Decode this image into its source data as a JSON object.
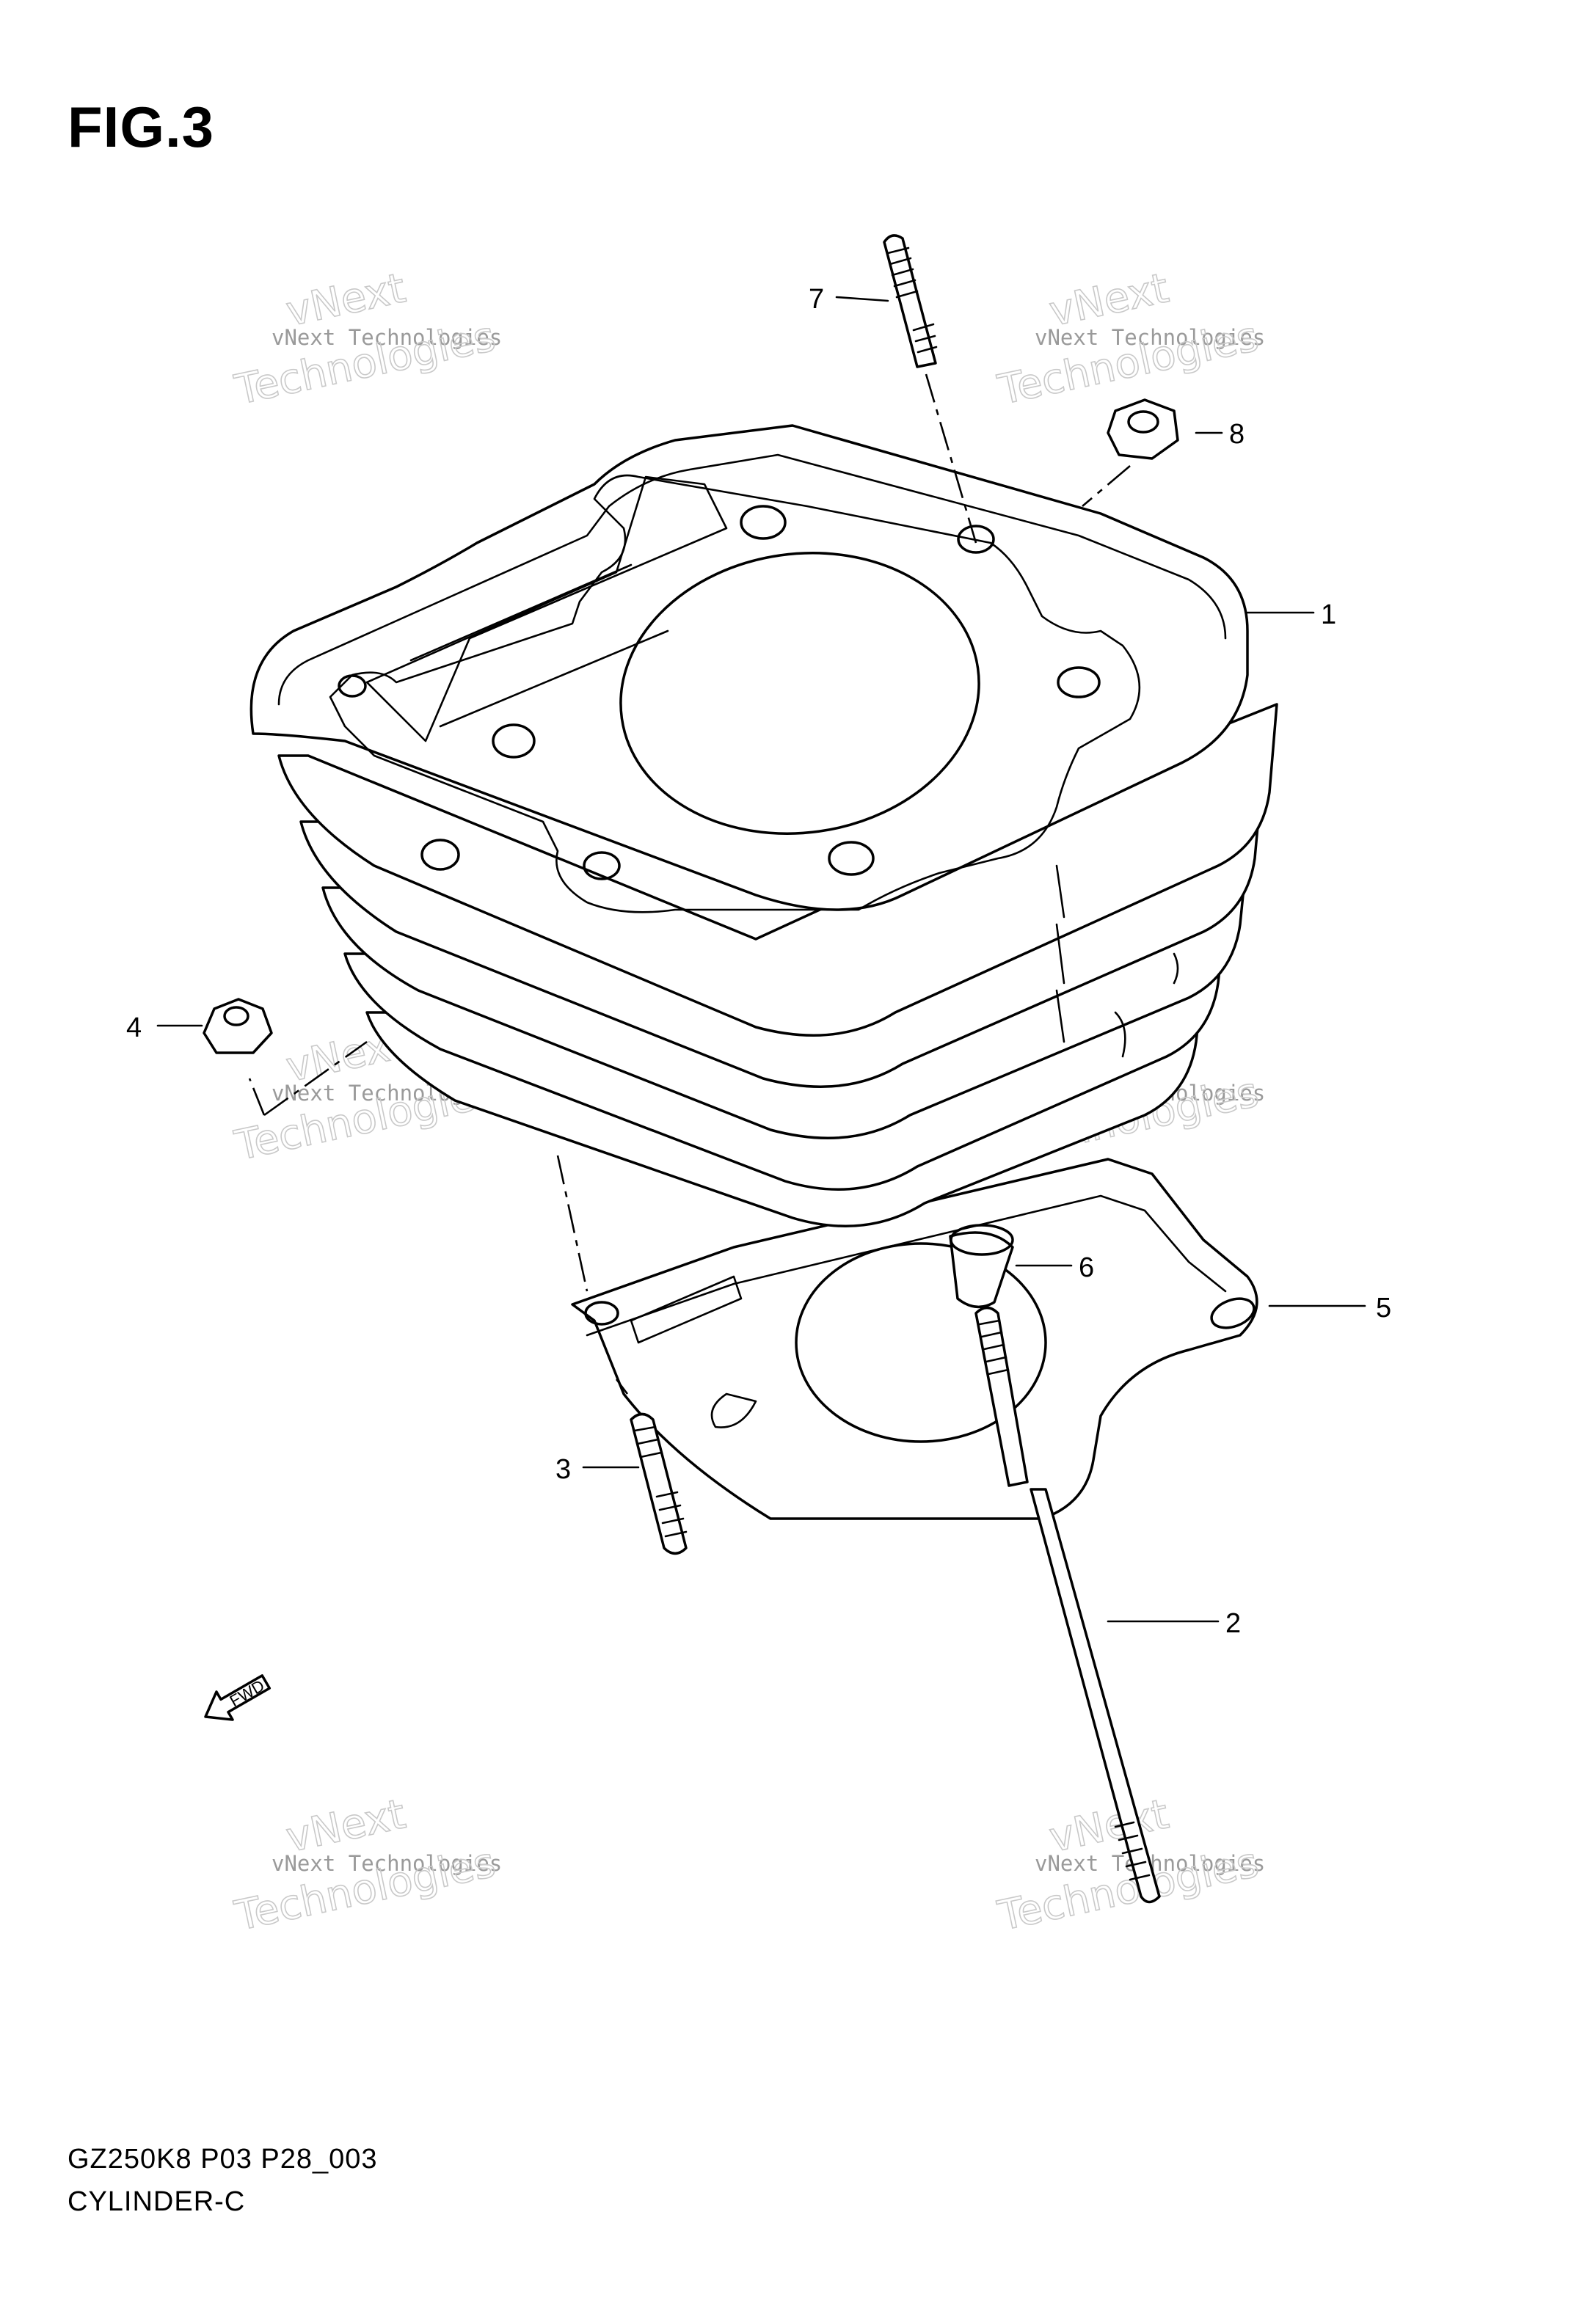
{
  "figure": {
    "title": "FIG.3",
    "code": "GZ250K8 P03 P28_003",
    "name": "CYLINDER-C"
  },
  "callouts": [
    {
      "id": "1",
      "label": "1"
    },
    {
      "id": "2",
      "label": "2"
    },
    {
      "id": "3",
      "label": "3"
    },
    {
      "id": "4",
      "label": "4"
    },
    {
      "id": "5",
      "label": "5"
    },
    {
      "id": "6",
      "label": "6"
    },
    {
      "id": "7",
      "label": "7"
    },
    {
      "id": "8",
      "label": "8"
    }
  ],
  "watermark": {
    "line_small": "vNext Technologies",
    "line_big_a": "vNext",
    "line_big_b": "Technologies"
  },
  "direction_marker": {
    "label": "FWD"
  }
}
